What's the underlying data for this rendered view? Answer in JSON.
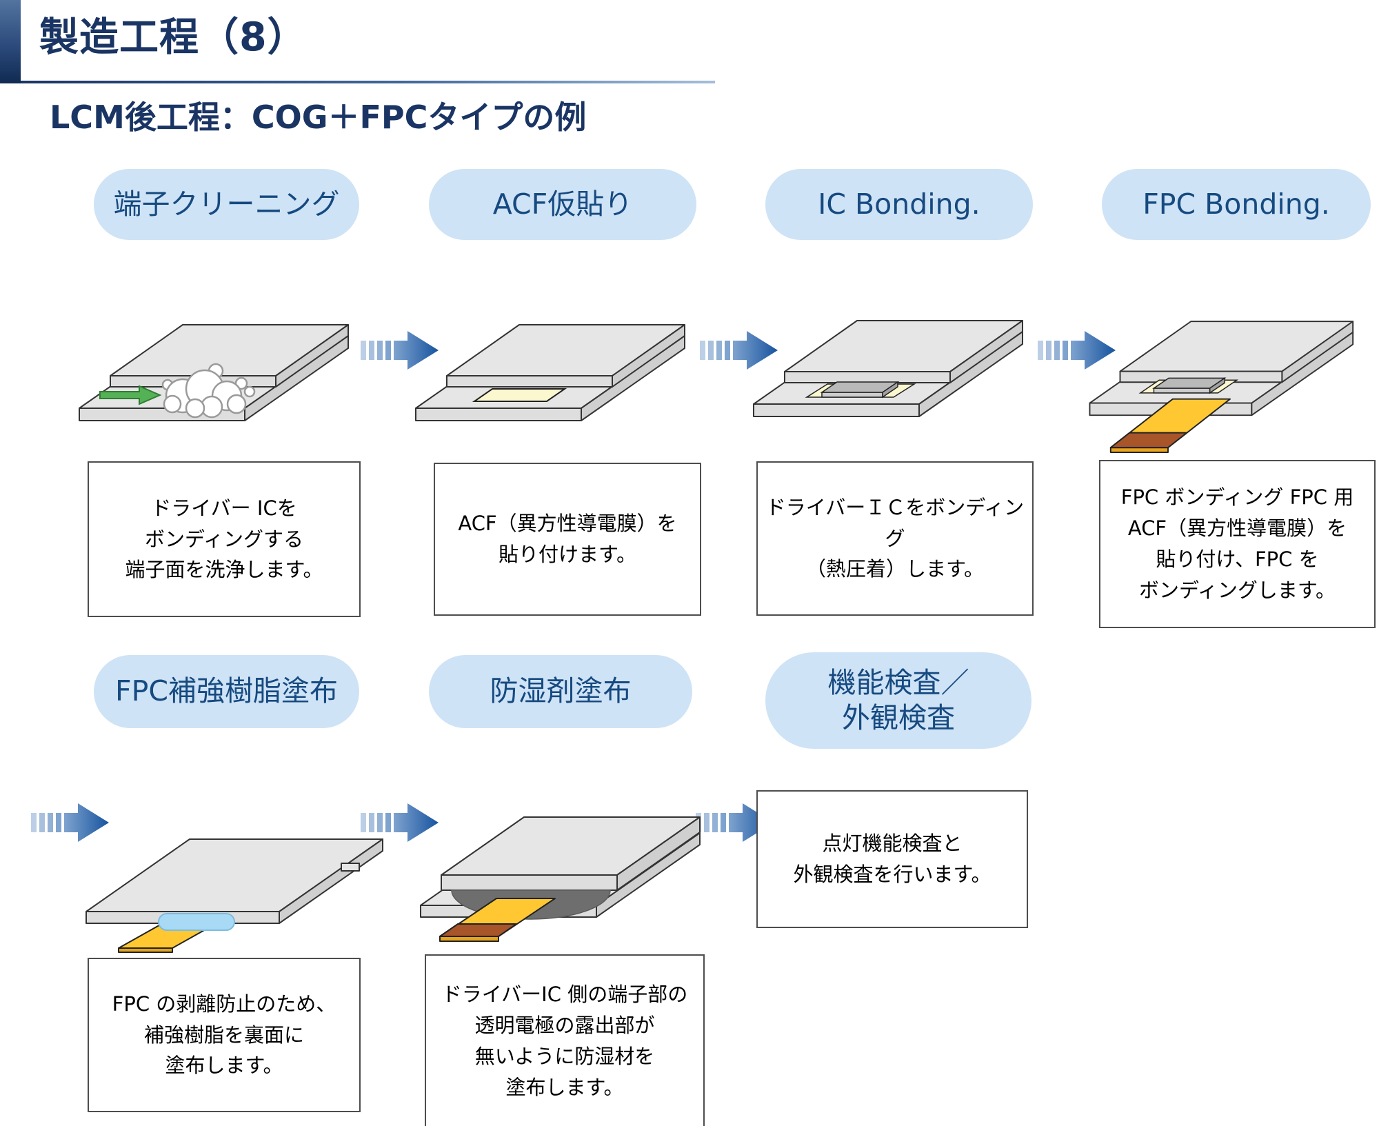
{
  "header": {
    "title": "製造工程（8）",
    "subtitle": "LCM後工程：COG＋FPCタイプの例"
  },
  "steps": [
    {
      "label": "端子クリーニング",
      "description": "ドライバー ICを\nボンディングする\n端子面を洗浄します。"
    },
    {
      "label": "ACF仮貼り",
      "description": "ACF（異方性導電膜）を\n貼り付けます。"
    },
    {
      "label": "IC Bonding.",
      "description": "ドライバーＩＣをボンディング\n（熱圧着）します。"
    },
    {
      "label": "FPC Bonding.",
      "description": "FPC ボンディング FPC 用\nACF（異方性導電膜）を\n貼り付け、FPC を\nボンディングします。"
    },
    {
      "label": "FPC補強樹脂塗布",
      "description": "FPC の剥離防止のため、\n補強樹脂を裏面に\n塗布します。"
    },
    {
      "label": "防湿剤塗布",
      "description": "ドライバーIC 側の端子部の\n透明電極の露出部が\n無いように防湿材を\n塗布します。"
    },
    {
      "label": "機能検査／\n外観検査",
      "description": "点灯機能検査と\n外観検査を行います。"
    }
  ],
  "icons": {
    "flow_arrow": "striped-right-arrow",
    "clean_direction": "green-right-arrow",
    "cleaning_foam": "white-bubble-cluster",
    "lcd_panel": "isometric-glass-panel"
  },
  "colors": {
    "title_navy": "#1a3564",
    "pill_bg": "#cfe3f6",
    "pill_text": "#164a80",
    "arrow_blue_dark": "#17549f",
    "arrow_blue_light": "#7fa3cf",
    "panel_gray_top": "#e6e6e6",
    "panel_gray_side": "#cfcfcf",
    "acf_pale_yellow": "#fbf7cf",
    "ic_chip_gray": "#b9b9b9",
    "fpc_yellow": "#ffc832",
    "fpc_end_brown": "#a8552a",
    "resin_light_blue": "#a9daf5",
    "moisture_dark_gray": "#6e6e6e",
    "clean_green": "#55b155"
  }
}
